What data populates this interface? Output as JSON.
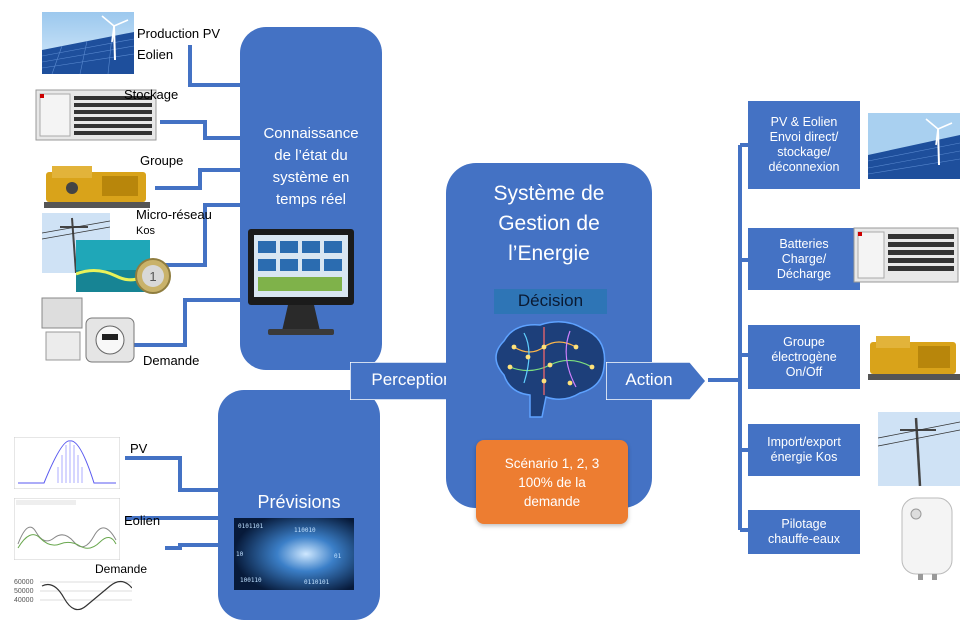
{
  "inputs": {
    "production_pv": "Production PV",
    "eolien": "Eolien",
    "stockage": "Stockage",
    "groupe": "Groupe",
    "micro_reseau": "Micro-réseau",
    "kos": "Kos",
    "demande": "Demande"
  },
  "knowledge_panel": {
    "line1": "Connaissance",
    "line2": "de l’état du",
    "line3": "système en",
    "line4": "temps réel"
  },
  "forecast_inputs": {
    "pv": "PV",
    "eolien": "Eolien",
    "demande": "Demande"
  },
  "forecast_panel": {
    "title": "Prévisions"
  },
  "perception_label": "Perception",
  "action_label": "Action",
  "ems": {
    "line1": "Système de",
    "line2": "Gestion de",
    "line3": "l’Energie",
    "decision": "Décision",
    "scenario_line1": "Scénario 1, 2, 3",
    "scenario_line2": "100% de la",
    "scenario_line3": "demande"
  },
  "actions": [
    {
      "line1": "PV & Eolien",
      "line2": "Envoi direct/",
      "line3": "stockage/",
      "line4": "déconnexion"
    },
    {
      "line1": "Batteries",
      "line2": "Charge/",
      "line3": "Décharge"
    },
    {
      "line1": "Groupe",
      "line2": "électrogène",
      "line3": "On/Off"
    },
    {
      "line1": "Import/export",
      "line2": "énergie Kos"
    },
    {
      "line1": "Pilotage",
      "line2": "chauffe-eaux"
    }
  ],
  "chart_thumbs": {
    "demand_ticks": [
      "60000",
      "50000",
      "40000"
    ]
  },
  "colors": {
    "panel_blue": "#4472c4",
    "scenario_orange": "#ed7d31",
    "decision_blue": "#2e75b6"
  }
}
